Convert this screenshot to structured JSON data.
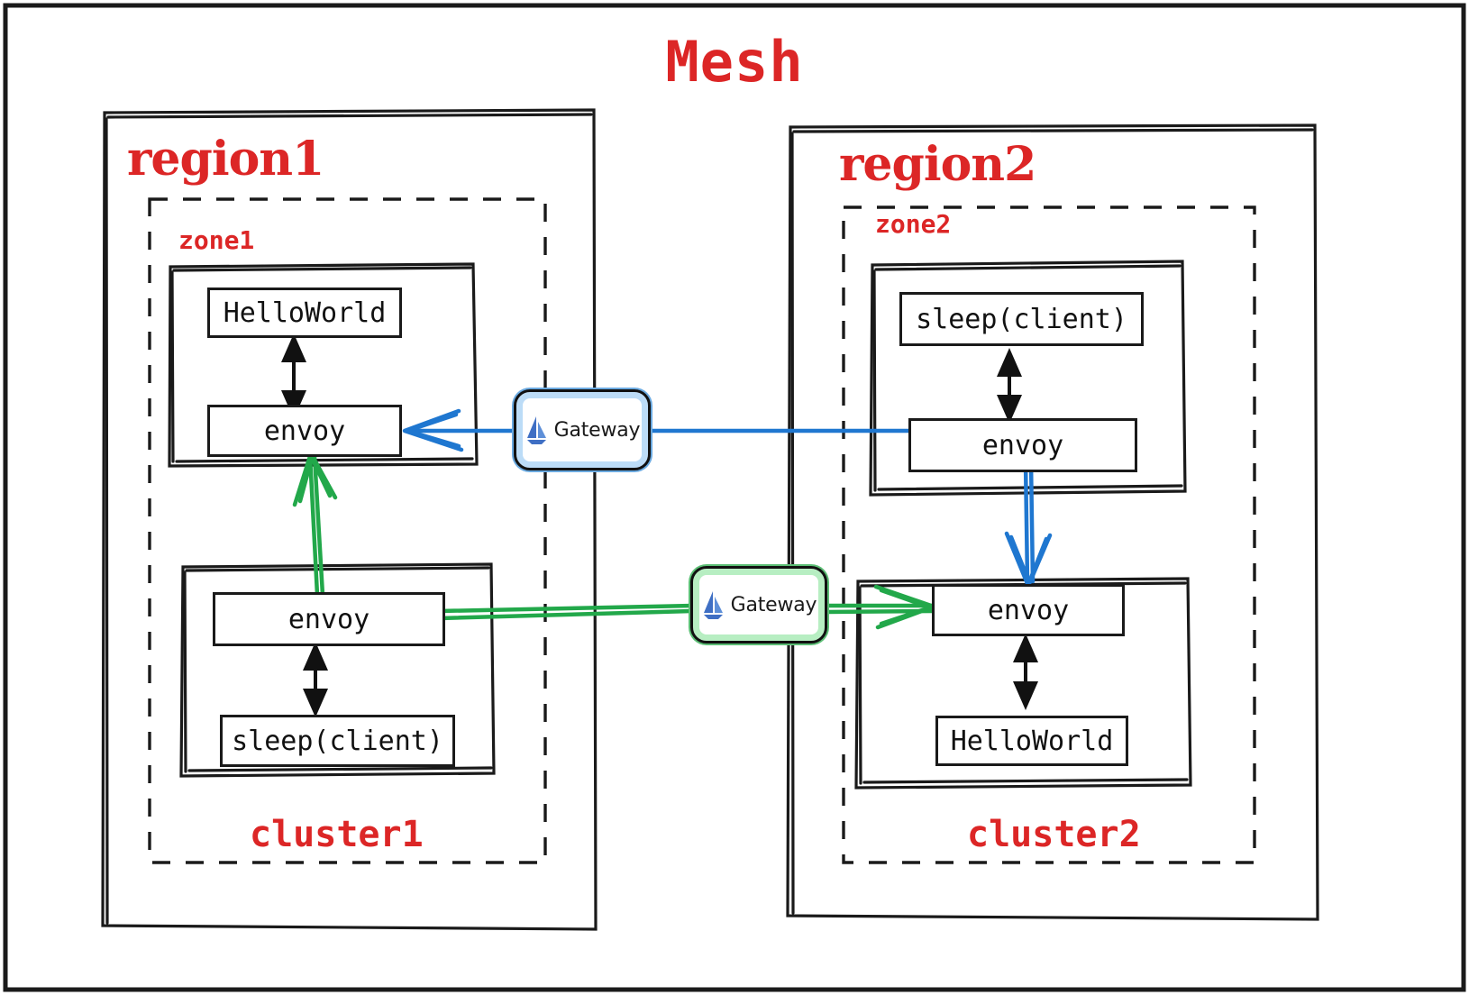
{
  "diagram": {
    "title": "Mesh",
    "type": "architecture-diagram",
    "colors": {
      "title": "#dc2626",
      "label": "#dc2626",
      "stroke": "#1a1a1a",
      "blue_flow": "#1f77d0",
      "green_flow": "#22a84a",
      "gateway_blue_fill": "#bcdcf7",
      "gateway_green_fill": "#b7eec2"
    }
  },
  "regions": [
    {
      "name": "region1",
      "zone": "zone1",
      "cluster": "cluster1",
      "pods": [
        {
          "top": "HelloWorld",
          "bottom": "envoy"
        },
        {
          "top": "envoy",
          "bottom": "sleep(client)"
        }
      ]
    },
    {
      "name": "region2",
      "zone": "zone2",
      "cluster": "cluster2",
      "pods": [
        {
          "top": "sleep(client)",
          "bottom": "envoy"
        },
        {
          "top": "envoy",
          "bottom": "HelloWorld"
        }
      ]
    }
  ],
  "gateways": [
    {
      "label": "Gateway",
      "icon": "istio-sail-icon",
      "color": "blue"
    },
    {
      "label": "Gateway",
      "icon": "istio-sail-icon",
      "color": "green"
    }
  ],
  "flows": [
    {
      "name": "blue-flow",
      "from": "region2.sleep-client.envoy",
      "through": "gateway-blue",
      "to": "region1.helloworld.envoy",
      "color": "#1f77d0"
    },
    {
      "name": "blue-branch",
      "from": "region2.sleep-client.envoy",
      "to": "region2.helloworld.envoy",
      "color": "#1f77d0"
    },
    {
      "name": "green-flow",
      "from": "region1.sleep-client.envoy",
      "through": "gateway-green",
      "to": "region2.helloworld.envoy",
      "color": "#22a84a"
    },
    {
      "name": "green-branch",
      "from": "region1.sleep-client.envoy",
      "to": "region1.helloworld.envoy",
      "color": "#22a84a"
    }
  ]
}
